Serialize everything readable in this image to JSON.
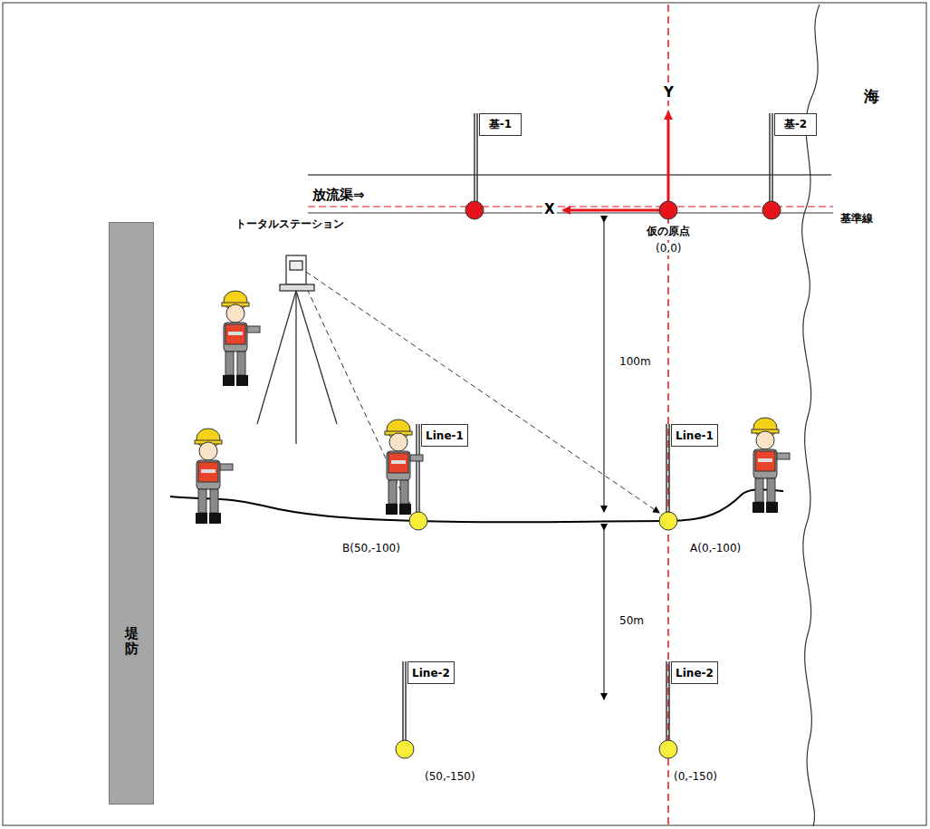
{
  "diagram": {
    "nodes": [
      {
        "text": [
          "堤防"
        ]
      },
      {
        "text": [
          "基-1"
        ]
      },
      {
        "text": [
          "基-2"
        ]
      },
      {
        "text": [
          "Line-1"
        ]
      },
      {
        "text": [
          "Line-1"
        ]
      },
      {
        "text": [
          "Line-2"
        ]
      },
      {
        "text": [
          "Line-2"
        ]
      }
    ],
    "labels": [
      "海",
      "放流渠⇒",
      "X",
      "Y",
      "仮の原点",
      "(0,0)",
      "基準線",
      "トータルステーション",
      "100m",
      "50m",
      "B(50,-100)",
      "A(0,-100)",
      "(50,-150)",
      "(0,-150)"
    ]
  }
}
